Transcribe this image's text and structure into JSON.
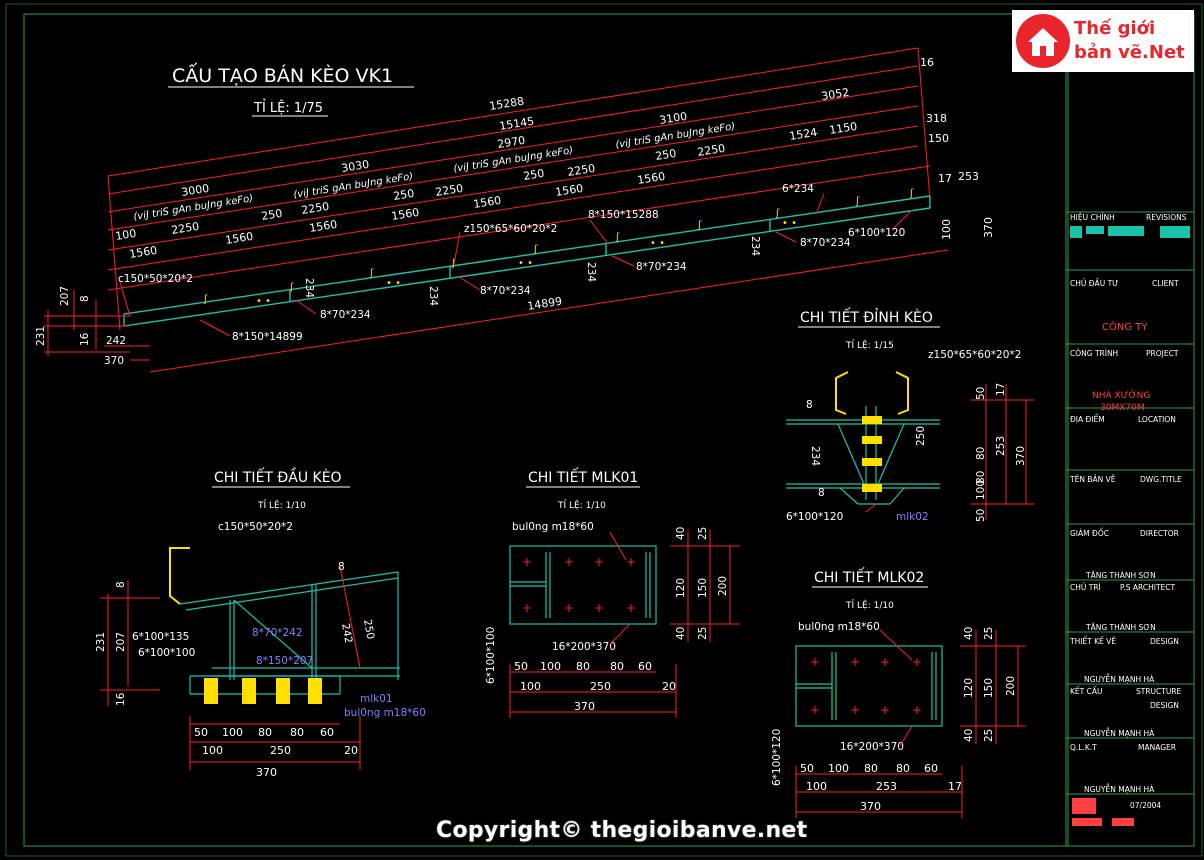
{
  "main_title": "CẤU TẠO BÁN KÈO VK1",
  "main_scale": "TỈ LỆ: 1/75",
  "truss": {
    "top_dims": [
      "16",
      "15288",
      "15145",
      "318",
      "3030",
      "2970",
      "3100",
      "3052",
      "150",
      "3000",
      "2250",
      "250",
      "2250",
      "250",
      "2250",
      "250",
      "2250",
      "250",
      "1150",
      "1524"
    ],
    "row_dims": [
      "100",
      "2250",
      "1560",
      "1560",
      "1560",
      "1560",
      "1560",
      "1560",
      "1560",
      "17",
      "253",
      "370",
      "100"
    ],
    "notes": [
      "(viJ triS gAn buJng keFo)",
      "(viJ triS gAn buJng keFo)",
      "(viJ triS gAn buJng keFo)",
      "(viJ triS gAn buJng keFo)"
    ],
    "labels": [
      "c150*50*20*2",
      "z150*65*60*20*2",
      "8*150*15288",
      "8*70*234",
      "8*70*234",
      "8*70*234",
      "8*70*234",
      "6*234",
      "6*100*120",
      "8*150*14899",
      "14899",
      "234",
      "234",
      "234",
      "234"
    ],
    "left_dims": [
      "207",
      "8",
      "231",
      "16",
      "242",
      "370"
    ]
  },
  "detail_dau_keo": {
    "title": "CHI TIẾT ĐẦU KÈO",
    "scale": "TỈ LỆ: 1/10",
    "labels": [
      "c150*50*20*2",
      "6*100*135",
      "6*100*100",
      "8*70*242",
      "8*150*207",
      "mlk01",
      "bul0ng m18*60"
    ],
    "dims": [
      "8",
      "231",
      "207",
      "16",
      "8",
      "242",
      "250"
    ],
    "bottom_dims": [
      "50",
      "100",
      "80",
      "80",
      "60",
      "100",
      "250",
      "20",
      "370"
    ]
  },
  "detail_mlk01": {
    "title": "CHI TIẾT MLK01",
    "scale": "TỈ LỆ: 1/10",
    "labels": [
      "bul0ng m18*60",
      "16*200*370",
      "6*100*100"
    ],
    "right_dims": [
      "40",
      "25",
      "120",
      "150",
      "200",
      "40",
      "25"
    ],
    "bottom_dims": [
      "50",
      "100",
      "80",
      "80",
      "60",
      "100",
      "250",
      "20",
      "370"
    ]
  },
  "detail_dinh_keo": {
    "title": "CHI TIẾT ĐỈNH KÈO",
    "scale": "TỈ LỆ: 1/15",
    "labels": [
      "z150*65*60*20*2",
      "6*100*120",
      "mlk02",
      "8",
      "234",
      "250",
      "8"
    ],
    "right_dims": [
      "50",
      "17",
      "80",
      "80",
      "100",
      "50",
      "253",
      "370"
    ]
  },
  "detail_mlk02": {
    "title": "CHI TIẾT MLK02",
    "scale": "TỈ LỆ: 1/10",
    "labels": [
      "bul0ng m18*60",
      "16*200*370",
      "6*100*120"
    ],
    "right_dims": [
      "40",
      "25",
      "120",
      "150",
      "200",
      "40",
      "25"
    ],
    "bottom_dims": [
      "50",
      "100",
      "80",
      "80",
      "60",
      "100",
      "253",
      "17",
      "370"
    ]
  },
  "title_block": {
    "revisions_left": "HIỆU CHỈNH",
    "revisions_right": "REVISIONS",
    "owner_left": "CHỦ ĐẦU TƯ",
    "owner_right": "CLIENT",
    "company": "CÔNG TY",
    "project_left": "CÔNG TRÌNH",
    "project_right": "PROJECT",
    "project_name": "NHÀ XƯỞNG",
    "project_size": "30MX70M",
    "location_left": "ĐỊA ĐIỂM",
    "location_right": "LOCATION",
    "dwg_left": "TÊN BẢN VẼ",
    "dwg_right": "DWG.TITLE",
    "director_left": "GIÁM ĐỐC",
    "director_right": "DIRECTOR",
    "director_name": "TĂNG THÀNH SƠN",
    "architect_left": "CHỦ TRÌ",
    "architect_right": "P.S ARCHITECT",
    "architect_name": "TĂNG THÀNH SƠN",
    "design_left": "THIẾT KẾ VẼ",
    "design_right": "DESIGN",
    "design_name": "NGUYỄN MẠNH HÀ",
    "structure_left": "KẾT CẤU",
    "structure_right": "STRUCTURE",
    "structure_right2": "DESIGN",
    "structure_name": "NGUYỄN MẠNH HÀ",
    "manager_left": "Q.L.K.T",
    "manager_right": "MANAGER",
    "manager_name": "NGUYỄN MẠNH HÀ",
    "date": "07/2004"
  },
  "logo": {
    "line1": "Thế giới",
    "line2": "bản vẽ.",
    "line2_suffix": "Net"
  },
  "copyright": "Copyright© thegioibanve.net",
  "colors": {
    "background": "#000000",
    "dimension": "#ff2020",
    "dim_text": "#ffffff",
    "member": "#19c2a8",
    "callout": "#8080ff",
    "highlight": "#ffe000",
    "border": "#2aa046",
    "logo_red": "#e8262c"
  }
}
